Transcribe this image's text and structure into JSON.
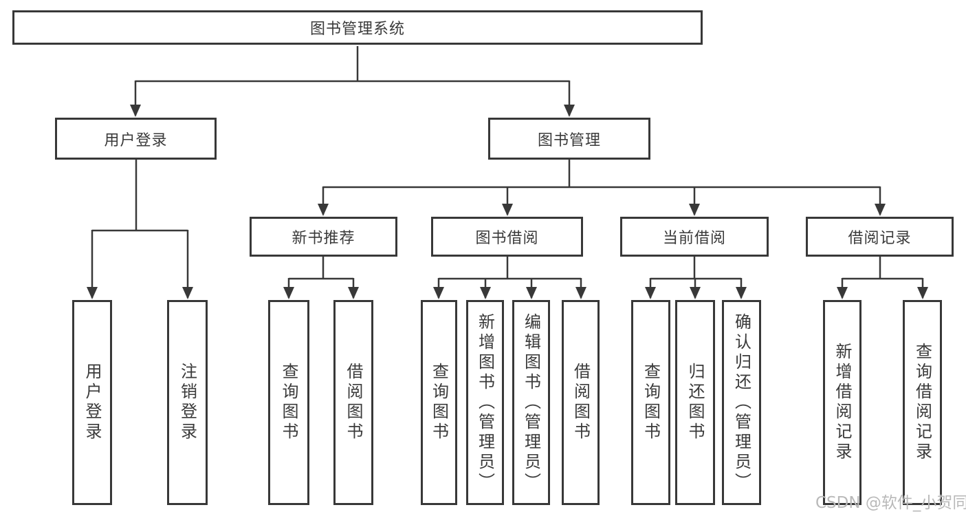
{
  "diagram_title": "图书管理系统",
  "colors": {
    "line": "#383838",
    "box_border": "#383838",
    "text": "#3a3a3a",
    "background": "#ffffff",
    "watermark": "#b9b9b9"
  },
  "nodes": {
    "root": "图书管理系统",
    "user_login": "用户登录",
    "book_mgmt": "图书管理",
    "new_books": "新书推荐",
    "book_borrow": "图书借阅",
    "current_borrow": "当前借阅",
    "borrow_records": "借阅记录",
    "leaf_user_login": "用户登录",
    "leaf_logout": "注销登录",
    "leaf_nb_query": "查询图书",
    "leaf_nb_borrow": "借阅图书",
    "leaf_bb_query": "查询图书",
    "leaf_bb_add": "新增图书（管理员）",
    "leaf_bb_edit": "编辑图书（管理员）",
    "leaf_bb_borrow": "借阅图书",
    "leaf_cb_query": "查询图书",
    "leaf_cb_return": "归还图书",
    "leaf_cb_confirm": "确认归还（管理员）",
    "leaf_br_add": "新增借阅记录",
    "leaf_br_query": "查询借阅记录"
  },
  "watermark": "CSDN @软件_小贺同学"
}
